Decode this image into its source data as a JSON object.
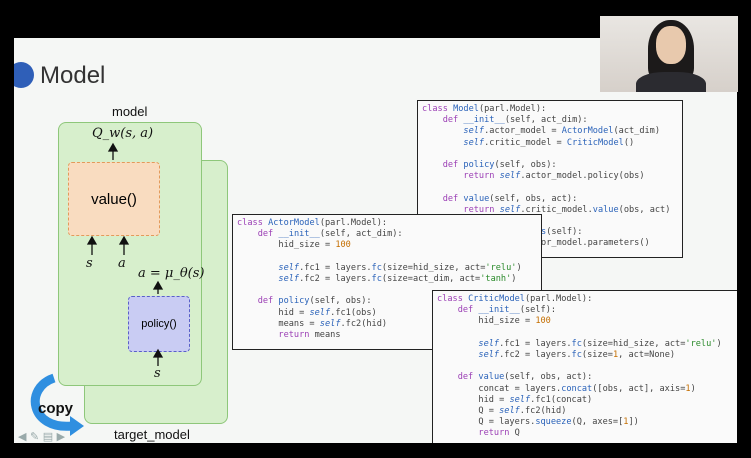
{
  "slide": {
    "title": "Model",
    "diagram": {
      "model_label": "model",
      "target_label": "target_model",
      "copy_label": "copy",
      "value_box": "value()",
      "policy_box": "policy()",
      "q_label": "Q_w(s, a)",
      "a_label": "a = μ_θ(s)",
      "s_label": "s",
      "a_input": "a"
    },
    "code_model": [
      "class Model(parl.Model):",
      "    def __init__(self, act_dim):",
      "        self.actor_model = ActorModel(act_dim)",
      "        self.critic_model = CriticModel()",
      "",
      "    def policy(self, obs):",
      "        return self.actor_model.policy(obs)",
      "",
      "    def value(self, obs, act):",
      "        return self.critic_model.value(obs, act)",
      "",
      "    def get_actor_params(self):",
      "        return self.actor_model.parameters()"
    ],
    "code_actor": [
      "class ActorModel(parl.Model):",
      "    def __init__(self, act_dim):",
      "        hid_size = 100",
      "",
      "        self.fc1 = layers.fc(size=hid_size, act='relu')",
      "        self.fc2 = layers.fc(size=act_dim, act='tanh')",
      "",
      "    def policy(self, obs):",
      "        hid = self.fc1(obs)",
      "        means = self.fc2(hid)",
      "        return means"
    ],
    "code_critic": [
      "class CriticModel(parl.Model):",
      "    def __init__(self):",
      "        hid_size = 100",
      "",
      "        self.fc1 = layers.fc(size=hid_size, act='relu')",
      "        self.fc2 = layers.fc(size=1, act=None)",
      "",
      "    def value(self, obs, act):",
      "        concat = layers.concat([obs, act], axis=1)",
      "        hid = self.fc1(concat)",
      "        Q = self.fc2(hid)",
      "        Q = layers.squeeze(Q, axes=[1])",
      "        return Q"
    ]
  },
  "colors": {
    "green_fill": "#d7efcc",
    "value_fill": "#f9dcc0",
    "policy_fill": "#c9ccf3",
    "accent_blue": "#2f5fb8"
  }
}
